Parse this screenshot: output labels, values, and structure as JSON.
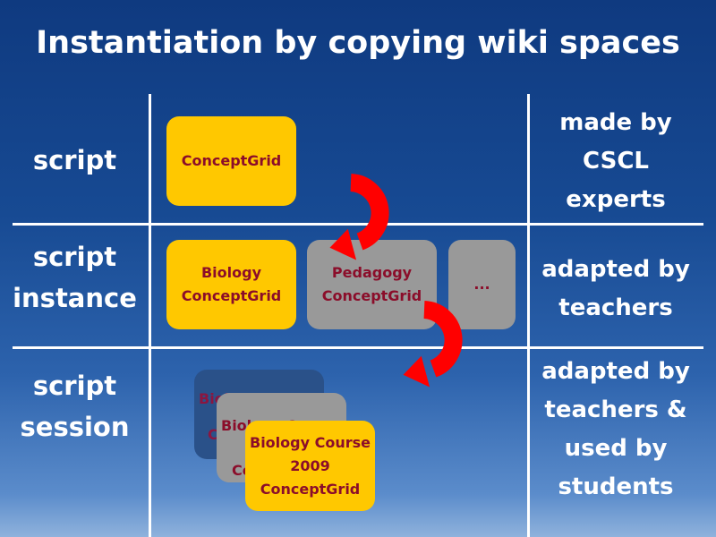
{
  "title": "Instantiation by copying wiki spaces",
  "rows": [
    {
      "label_lines": [
        "script"
      ],
      "right_lines": [
        "made by",
        "CSCL",
        "experts"
      ]
    },
    {
      "label_lines": [
        "script",
        "instance"
      ],
      "right_lines": [
        "adapted by",
        "teachers"
      ]
    },
    {
      "label_lines": [
        "script",
        "session"
      ],
      "right_lines": [
        "adapted by",
        "teachers &",
        "used by",
        "students"
      ]
    }
  ],
  "boxes": {
    "script": [
      "ConceptGrid"
    ],
    "biology": [
      "Biology",
      "ConceptGrid"
    ],
    "pedagogy": [
      "Pedagogy",
      "ConceptGrid"
    ],
    "more": [
      "..."
    ],
    "session_back": [
      "Biology Course",
      "C"
    ],
    "session_mid": [
      "Biology Course",
      "Co"
    ],
    "session_front": [
      "Biology Course",
      "2009",
      "ConceptGrid"
    ]
  },
  "colors": {
    "accent_yellow": "#ffc800",
    "gray": "#999999",
    "arrow": "#ff0000",
    "text_box": "#8b0d2a"
  }
}
